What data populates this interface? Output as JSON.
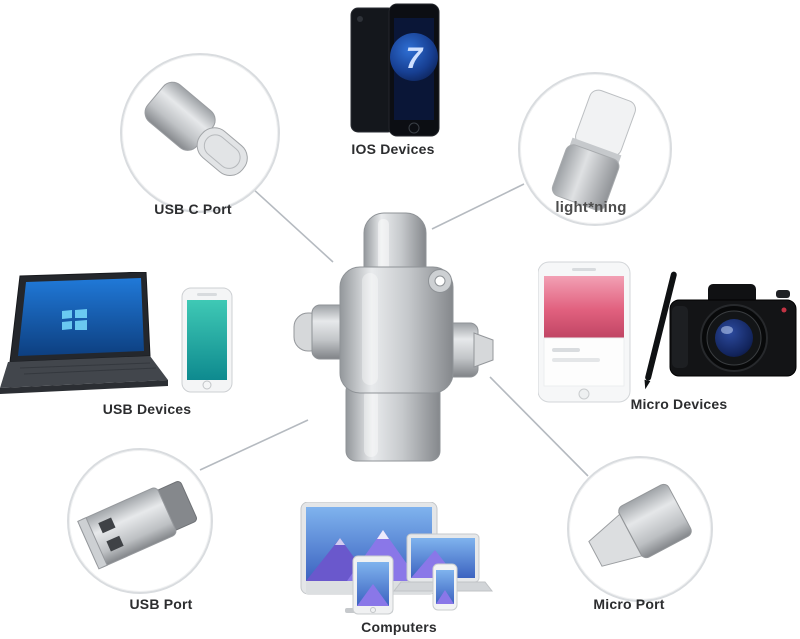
{
  "diagram": {
    "labels": {
      "ios": "IOS Devices",
      "usb_c": "USB C Port",
      "lightning": "light*ning",
      "usb_devices": "USB Devices",
      "micro_devices": "Micro Devices",
      "usb_port": "USB Port",
      "computers": "Computers",
      "micro_port": "Micro Port"
    },
    "phone_screen_text": "7",
    "colors": {
      "metal_light": "#e9ebed",
      "metal_mid": "#c3c6c9",
      "metal_dark": "#85888c",
      "line": "#b5bac0",
      "circle_border": "#d9dcdf",
      "label_text": "#2c2d2f"
    }
  }
}
